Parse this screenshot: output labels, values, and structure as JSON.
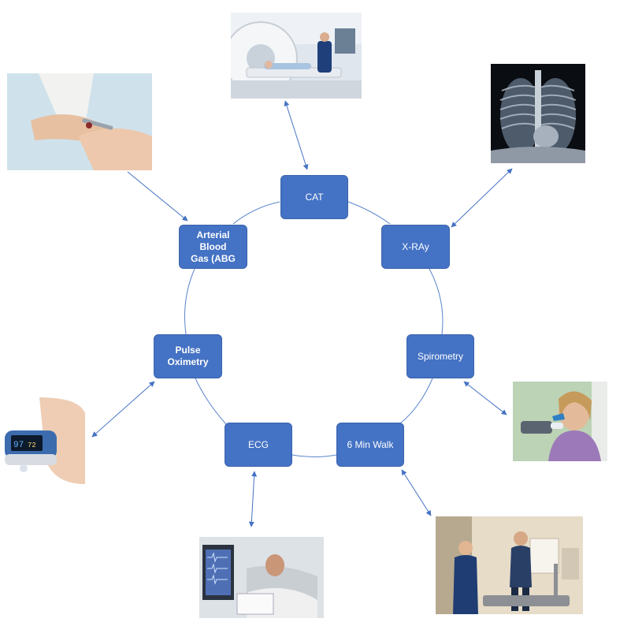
{
  "nodes": {
    "cat": "CAT",
    "xray": "X-RAy",
    "spirometry": "Spirometry",
    "walk": "6 Min Walk",
    "ecg": "ECG",
    "pulse": "Pulse\nOximetry",
    "abg": "Arterial Blood\nGas (ABG"
  },
  "photos": {
    "xray_icon": "chest-xray-image",
    "cat_icon": "ct-scanner-photo",
    "abg_icon": "blood-sample-hands-photo",
    "spirometry_icon": "spirometry-woman-photo",
    "walk_icon": "treadmill-walk-photo",
    "ecg_icon": "ecg-patient-photo",
    "pulse_icon": "pulse-oximeter-photo"
  },
  "colors": {
    "node_fill": "#4472c4",
    "connector": "#4472c4",
    "node_text": "#ffffff"
  }
}
